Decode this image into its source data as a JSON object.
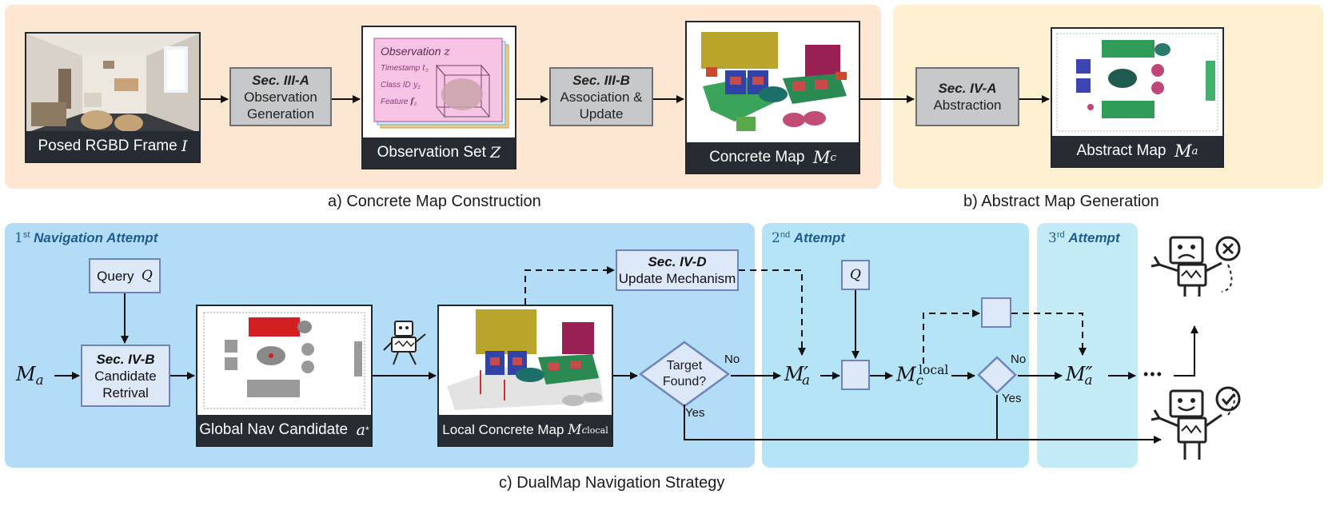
{
  "sections": {
    "a": "a) Concrete Map Construction",
    "b": "b) Abstract Map Generation",
    "c": "c) DualMap Navigation Strategy"
  },
  "top": {
    "frame_caption": "Posed RGBD Frame",
    "frame_symbol": "I",
    "sec3a_title": "Sec. III-A",
    "sec3a_line1": "Observation",
    "sec3a_line2": "Generation",
    "obs_title": "Observation",
    "obs_title_sym": "z",
    "obs_ts": "Timestamp",
    "obs_ts_sym": "t",
    "obs_cls": "Class ID",
    "obs_cls_sym": "y",
    "obs_feat": "Feature",
    "obs_feat_sym": "f",
    "obs_sub": "z",
    "obs_set_caption": "Observation Set",
    "obs_set_symbol": "Z",
    "sec3b_title": "Sec. III-B",
    "sec3b_line1": "Association &",
    "sec3b_line2": "Update",
    "concrete_caption": "Concrete Map",
    "concrete_symbol": "M",
    "concrete_sub": "c",
    "sec4a_title": "Sec. IV-A",
    "sec4a_line1": "Abstraction",
    "abstract_caption": "Abstract Map",
    "abstract_symbol": "M",
    "abstract_sub": "a"
  },
  "bottom": {
    "attempt1_num": "1",
    "attempt1_sup": "st",
    "attempt1_label": "Navigation Attempt",
    "attempt2_num": "2",
    "attempt2_sup": "nd",
    "attempt2_label": "Attempt",
    "attempt3_num": "3",
    "attempt3_sup": "rd",
    "attempt3_label": "Attempt",
    "query_label": "Query",
    "query_sym": "Q",
    "sec4b_title": "Sec. IV-B",
    "sec4b_line1": "Candidate",
    "sec4b_line2": "Retrival",
    "ma_sym": "M",
    "ma_sub": "a",
    "global_caption": "Global Nav Candidate",
    "global_sym": "a",
    "global_sup": "*",
    "local_caption": "Local Concrete Map",
    "local_sym": "M",
    "local_sub": "c",
    "local_sup": "local",
    "sec4d_title": "Sec. IV-D",
    "sec4d_line1": "Update Mechanism",
    "target_line1": "Target",
    "target_line2": "Found?",
    "no1": "No",
    "yes1": "Yes",
    "q2_sym": "Q",
    "ma_prime": "M",
    "ma_prime_sub": "a",
    "ma_prime_mark": "′",
    "mc_local": "M",
    "mc_local_sub": "c",
    "mc_local_sup": "local",
    "no2": "No",
    "yes2": "Yes",
    "ma_dprime": "M",
    "ma_dprime_sub": "a",
    "ma_dprime_mark": "″",
    "ellipsis": "•••"
  },
  "colors": {
    "panel_a": "#fde6d2",
    "panel_b": "#fdf1d2",
    "panel_c1": "#b3dcf6",
    "panel_c2": "#b6e4f7",
    "panel_c3": "#c3ecf8",
    "gray_box": "#c7c8ca",
    "blue_box": "#dde9f8",
    "caption_bar": "#262c31",
    "attempt_text": "#1f5c8e"
  }
}
